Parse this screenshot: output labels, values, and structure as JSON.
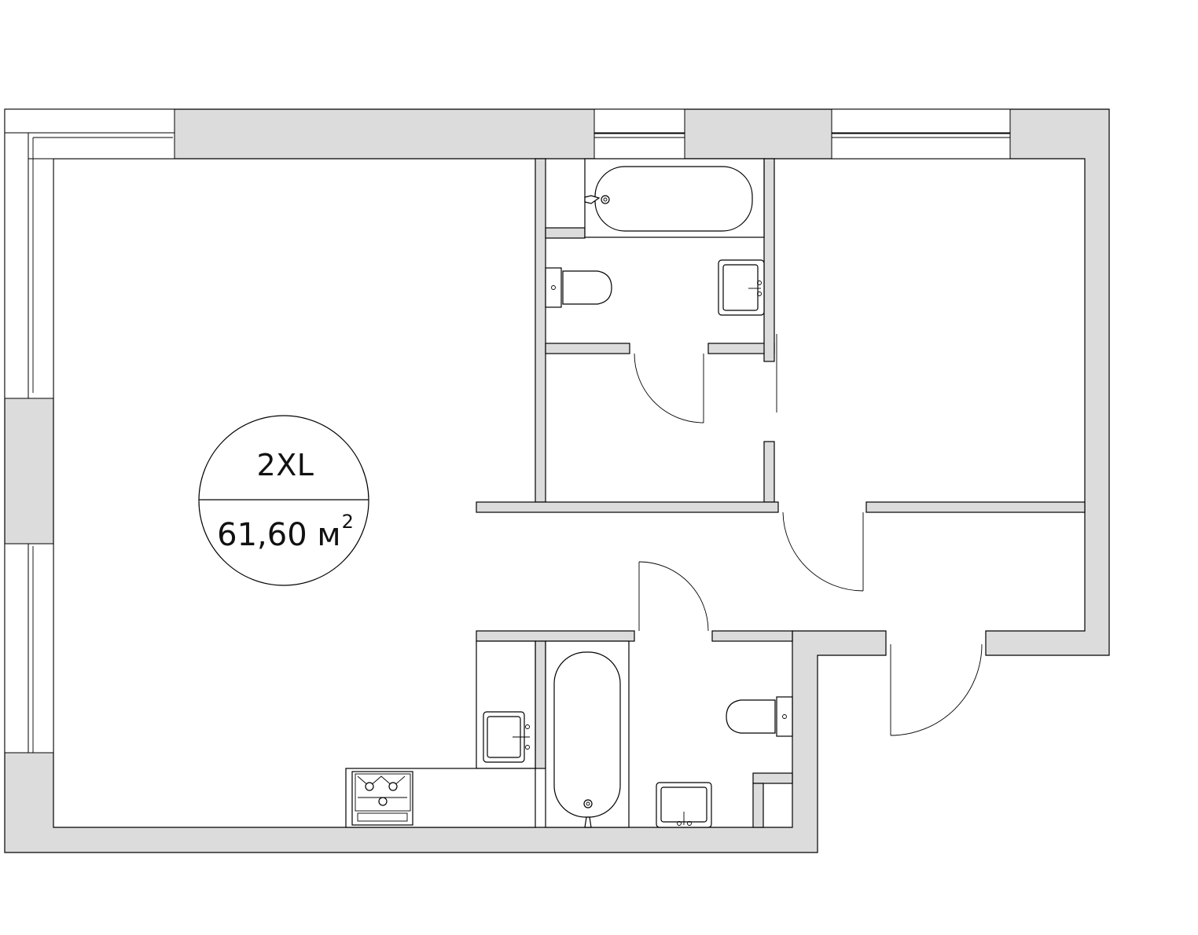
{
  "apartment": {
    "type": "2XL",
    "area_value": "61,60 м",
    "area_exponent": "2"
  },
  "colors": {
    "wall_fill": "#dcdcdc",
    "line": "#000000",
    "background": "#ffffff"
  },
  "fixtures": [
    "bathtub-icon",
    "toilet-icon",
    "sink-icon",
    "stove-icon"
  ]
}
